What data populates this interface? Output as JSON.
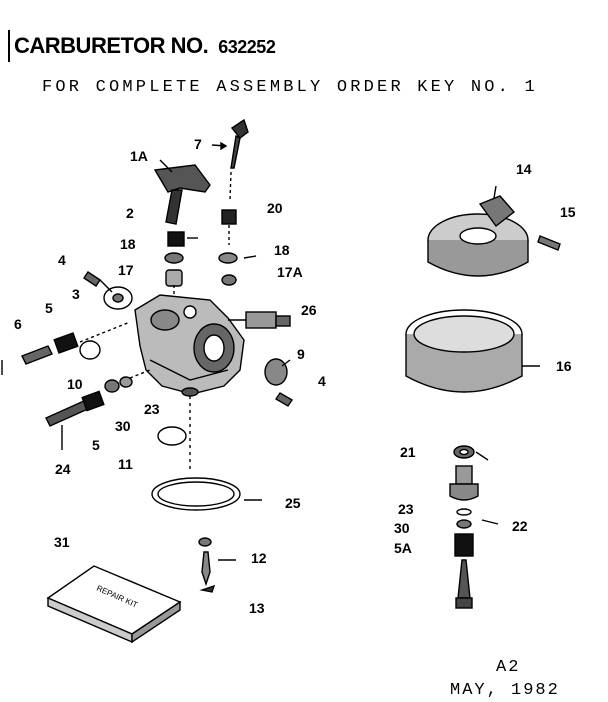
{
  "header": {
    "title": "CARBURETOR NO.",
    "number": "632252",
    "note": "FOR COMPLETE ASSEMBLY ORDER KEY NO. 1"
  },
  "footer": {
    "page": "A2",
    "date": "MAY, 1982"
  },
  "kit_text": "REPAIR KIT",
  "callouts": {
    "c7": "7",
    "c1a": "1A",
    "c2": "2",
    "c20": "20",
    "c18a": "18",
    "c18b": "18",
    "c17": "17",
    "c17a": "17A",
    "c4a": "4",
    "c3": "3",
    "c5a": "5",
    "c6": "6",
    "c26": "26",
    "c9": "9",
    "c4b": "4",
    "c10": "10",
    "c23a": "23",
    "c30a": "30",
    "c5b": "5",
    "c24": "24",
    "c11": "11",
    "c25": "25",
    "c31": "31",
    "c12": "12",
    "c13": "13",
    "c14": "14",
    "c15": "15",
    "c16": "16",
    "c21": "21",
    "c22": "22",
    "c23b": "23",
    "c30b": "30",
    "c5c": "5A"
  }
}
